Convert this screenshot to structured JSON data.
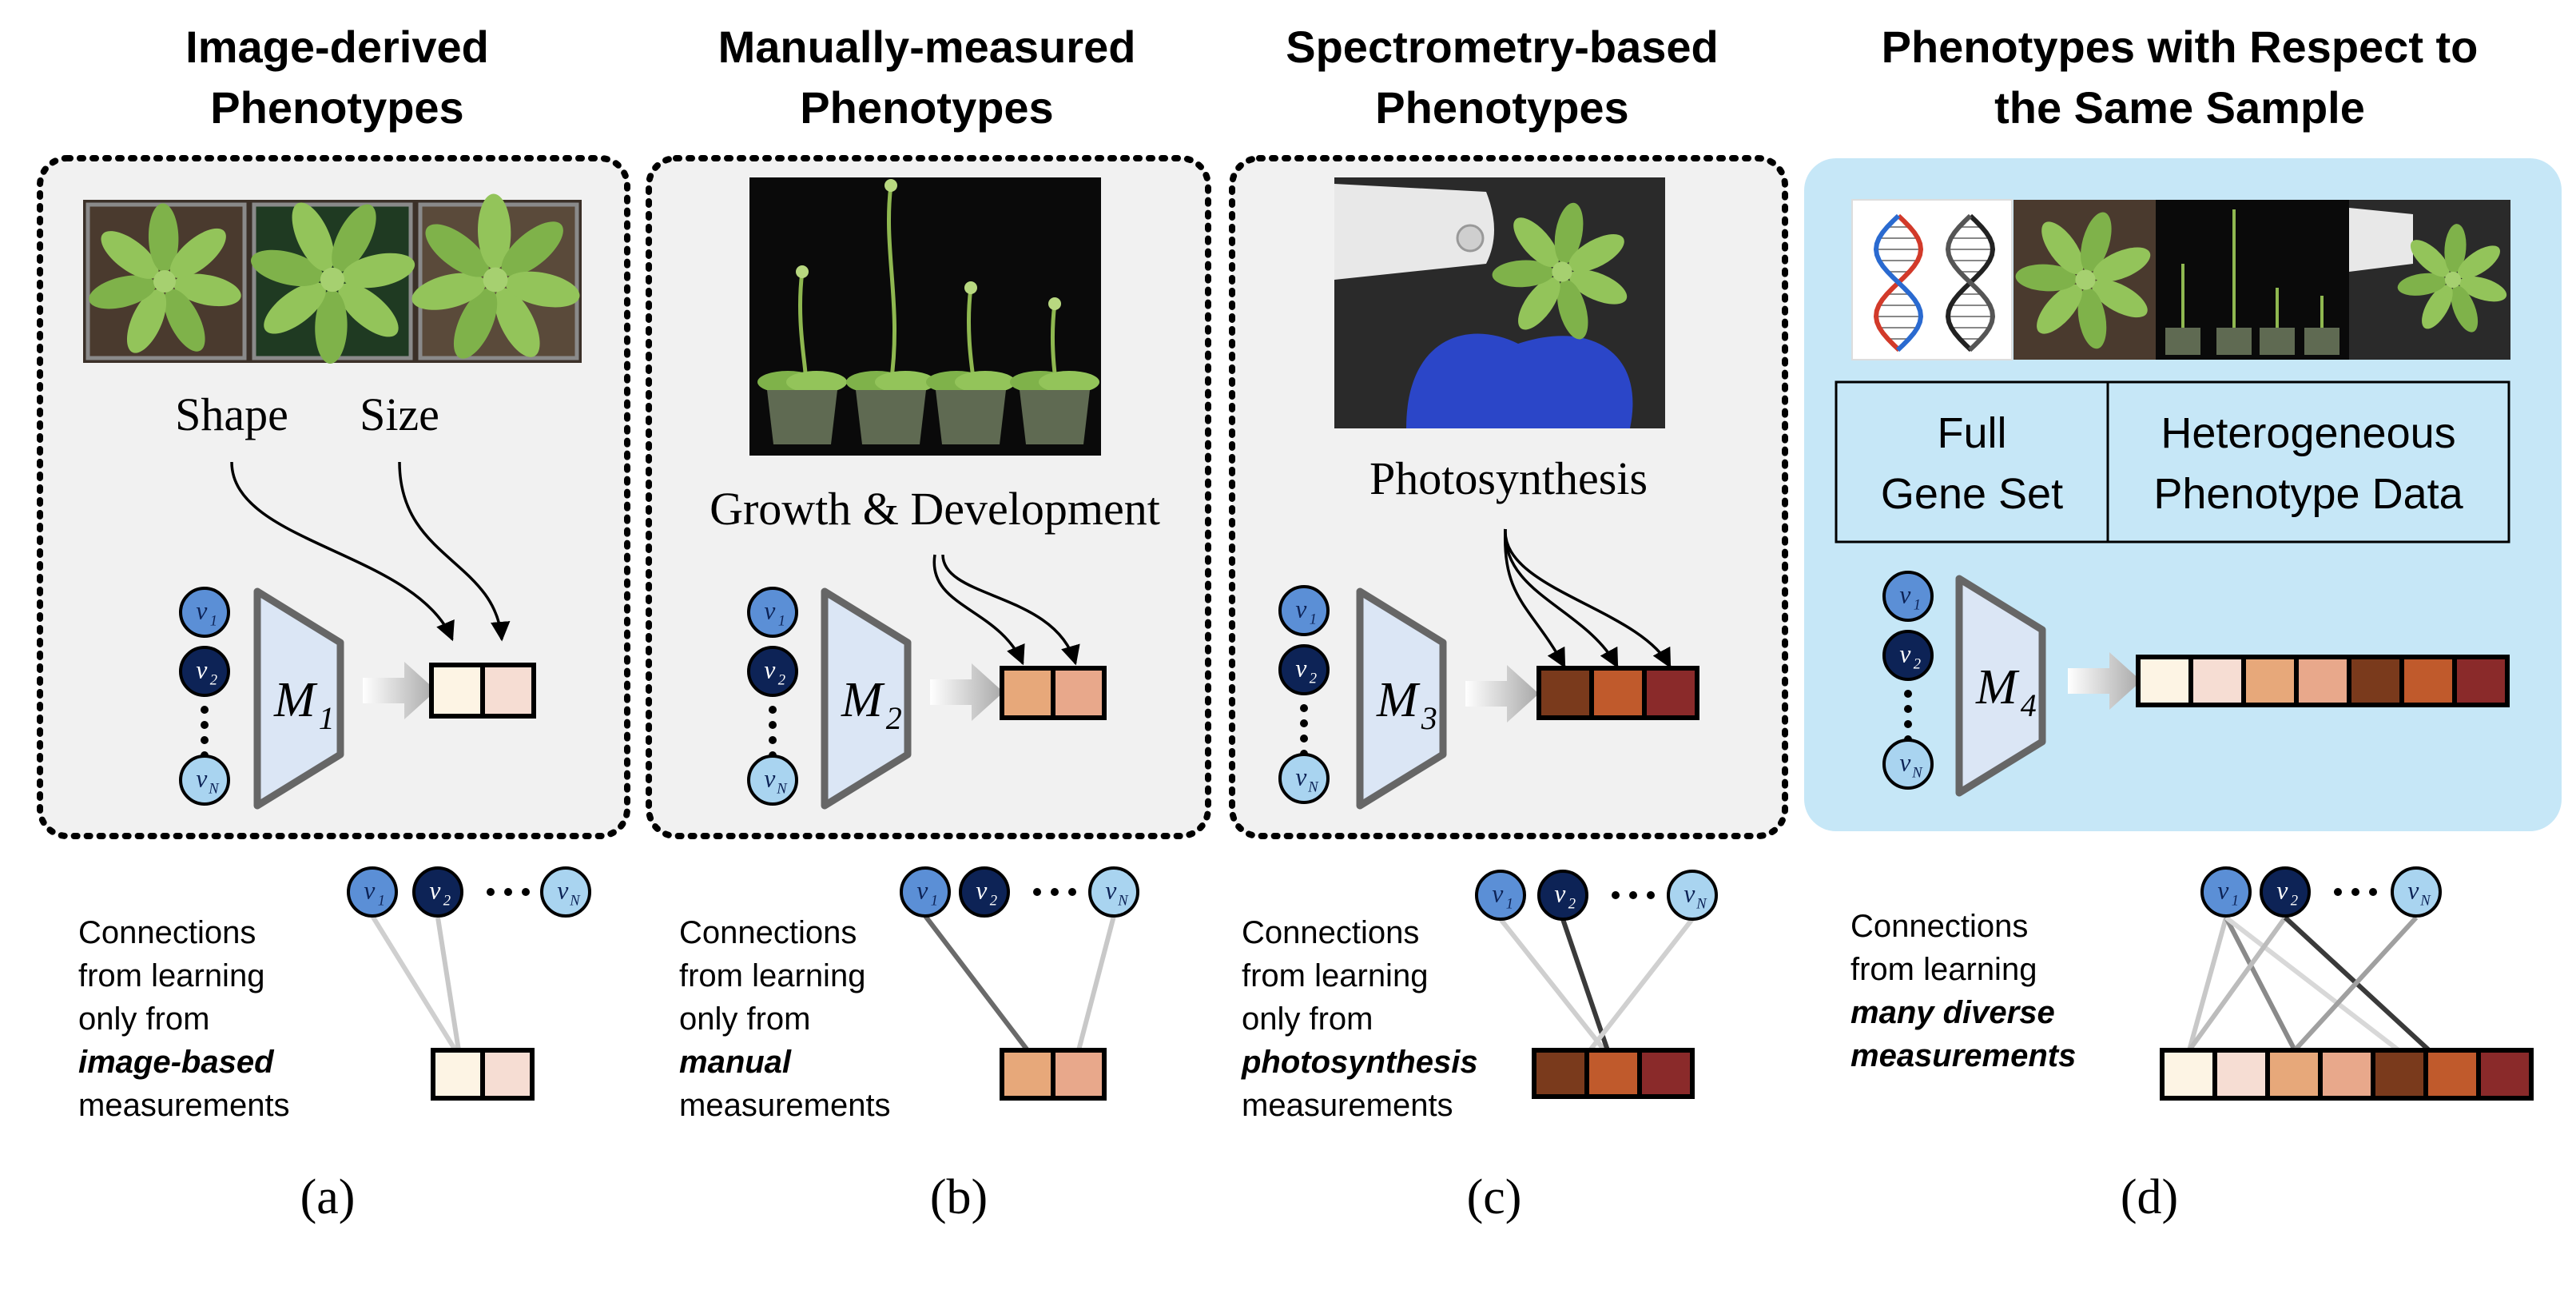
{
  "panels": [
    {
      "title_lines": [
        "Image-derived",
        "Phenotypes"
      ],
      "phenotype_labels": [
        "Shape",
        "Size"
      ],
      "model_label": "M",
      "model_sub": "1",
      "caption": "(a)",
      "connections_text": [
        "Connections",
        "from learning",
        "only from"
      ],
      "connections_emph": "image-based",
      "connections_tail": "measurements",
      "embedding_colors": [
        "#fdf4e4",
        "#f6ddd3"
      ],
      "bottom_embedding_colors": [
        "#fdf4e4",
        "#f6ddd3"
      ]
    },
    {
      "title_lines": [
        "Manually-measured",
        "Phenotypes"
      ],
      "phenotype_labels": [
        "Growth & Development"
      ],
      "model_label": "M",
      "model_sub": "2",
      "caption": "(b)",
      "connections_text": [
        "Connections",
        "from learning",
        "only from"
      ],
      "connections_emph": "manual",
      "connections_tail": "measurements",
      "embedding_colors": [
        "#e7a87a",
        "#e8a88b"
      ],
      "bottom_embedding_colors": [
        "#e7a87a",
        "#e8a88b"
      ]
    },
    {
      "title_lines": [
        "Spectrometry-based",
        "Phenotypes"
      ],
      "phenotype_labels": [
        "Photosynthesis"
      ],
      "model_label": "M",
      "model_sub": "3",
      "caption": "(c)",
      "connections_text": [
        "Connections",
        "from learning",
        "only from"
      ],
      "connections_emph": "photosynthesis",
      "connections_tail": "measurements",
      "embedding_colors": [
        "#7a3a1c",
        "#c05a2c",
        "#8a2a2a"
      ],
      "bottom_embedding_colors": [
        "#7a3a1c",
        "#c05a2c",
        "#8a2a2a"
      ]
    },
    {
      "title_lines": [
        "Phenotypes with Respect to",
        "the Same Sample"
      ],
      "table_cells": [
        [
          "Full",
          "Gene Set"
        ],
        [
          "Heterogeneous",
          "Phenotype Data"
        ]
      ],
      "model_label": "M",
      "model_sub": "4",
      "caption": "(d)",
      "connections_text": [
        "Connections",
        "from learning"
      ],
      "connections_emph_lines": [
        "many diverse",
        "measurements"
      ],
      "embedding_colors": [
        "#fdf4e4",
        "#f6ddd3",
        "#e7a87a",
        "#e8a88b",
        "#7a3a1c",
        "#c05a2c",
        "#8a2a2a"
      ],
      "bottom_embedding_colors": [
        "#fdf4e4",
        "#f6ddd3",
        "#e7a87a",
        "#e8a88b",
        "#7a3a1c",
        "#c05a2c",
        "#8a2a2a"
      ]
    }
  ],
  "nodes": {
    "v1": {
      "letter": "v",
      "sub": "1",
      "color": "#5b8fd6"
    },
    "v2": {
      "letter": "v",
      "sub": "2",
      "color": "#0d2356"
    },
    "vN": {
      "letter": "v",
      "sub": "N",
      "color": "#a9d4f0"
    }
  },
  "colors": {
    "panel_bg": "#f1f1f1",
    "panel_d_bg": "#c6e7f7",
    "model_fill": "#dbe6f5",
    "model_stroke": "#666666",
    "arrow_gray": "#b8b8b8"
  }
}
